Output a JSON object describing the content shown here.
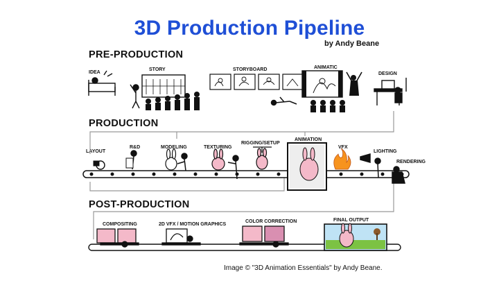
{
  "header": {
    "title": "3D Production Pipeline",
    "byline": "by Andy Beane"
  },
  "sections": {
    "pre": "PRE-PRODUCTION",
    "prod": "PRODUCTION",
    "post": "POST-PRODUCTION"
  },
  "stages": {
    "idea": "IDEA",
    "story": "STORY",
    "storyboard": "STORYBOARD",
    "animatic": "ANIMATIC",
    "design": "DESIGN",
    "layout": "LAYOUT",
    "rnd": "R&D",
    "modeling": "MODELING",
    "texturing": "TEXTURING",
    "rigging": "RIGGING/SETUP",
    "animation": "ANIMATION",
    "vfx": "VFX",
    "lighting": "LIGHTING",
    "rendering": "RENDERING",
    "compositing": "COMPOSITING",
    "vfx2d": "2D VFX / MOTION GRAPHICS",
    "color": "COLOR CORRECTION",
    "final": "FINAL OUTPUT"
  },
  "credit": "Image © \"3D Animation Essentials\" by Andy Beane.",
  "colors": {
    "title": "#1f4fd6",
    "ink": "#111111",
    "connector": "#999999",
    "bunny": "#f4b9c9",
    "fire": "#f7931e",
    "grass": "#7cc243",
    "sky": "#bfe3f5"
  }
}
